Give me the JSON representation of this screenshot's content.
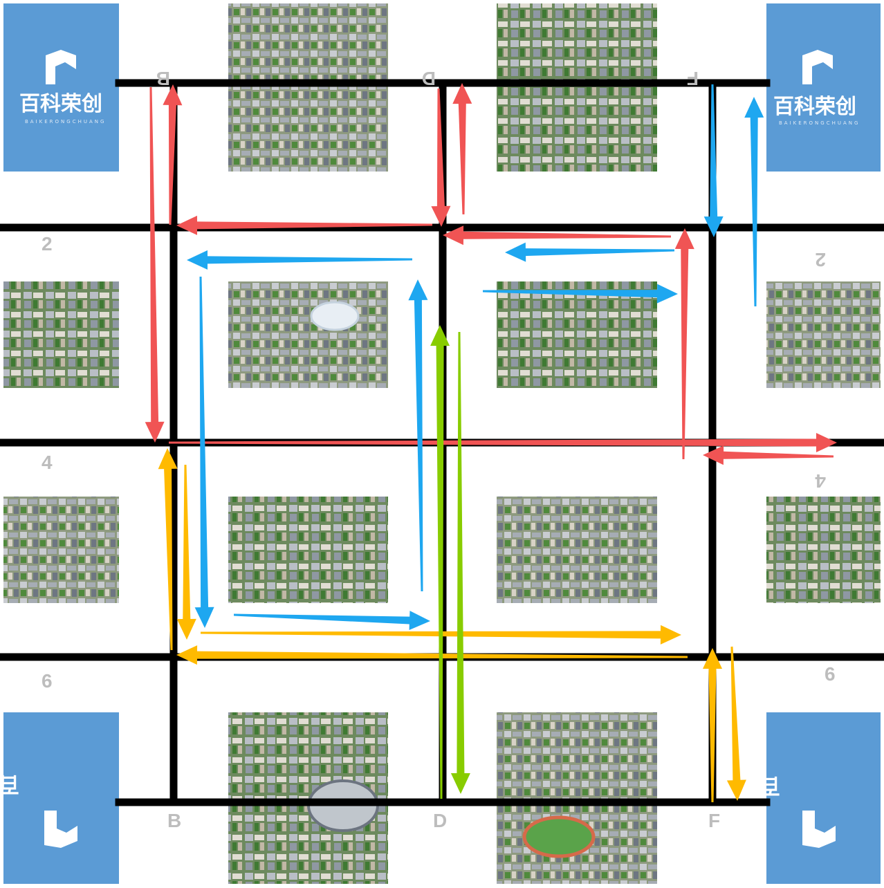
{
  "logo": {
    "text": "百科荣创",
    "subtext": "BAIKERONGCHUANG"
  },
  "labels": {
    "top_B": "B",
    "top_D": "D",
    "top_F": "F",
    "bottom_B": "B",
    "bottom_D": "D",
    "bottom_F": "F",
    "left_2": "2",
    "left_4": "4",
    "left_6": "6",
    "right_2": "2",
    "right_4": "4",
    "right_6": "6"
  },
  "colors": {
    "road": "#000000",
    "tile_blue": "#5b9bd5",
    "route_red": "#f05454",
    "route_blue": "#1ea7f0",
    "route_yellow": "#ffba00",
    "route_green": "#88cc00",
    "city_green": "#4f8a3c",
    "city_gray": "#9aa0a6"
  }
}
